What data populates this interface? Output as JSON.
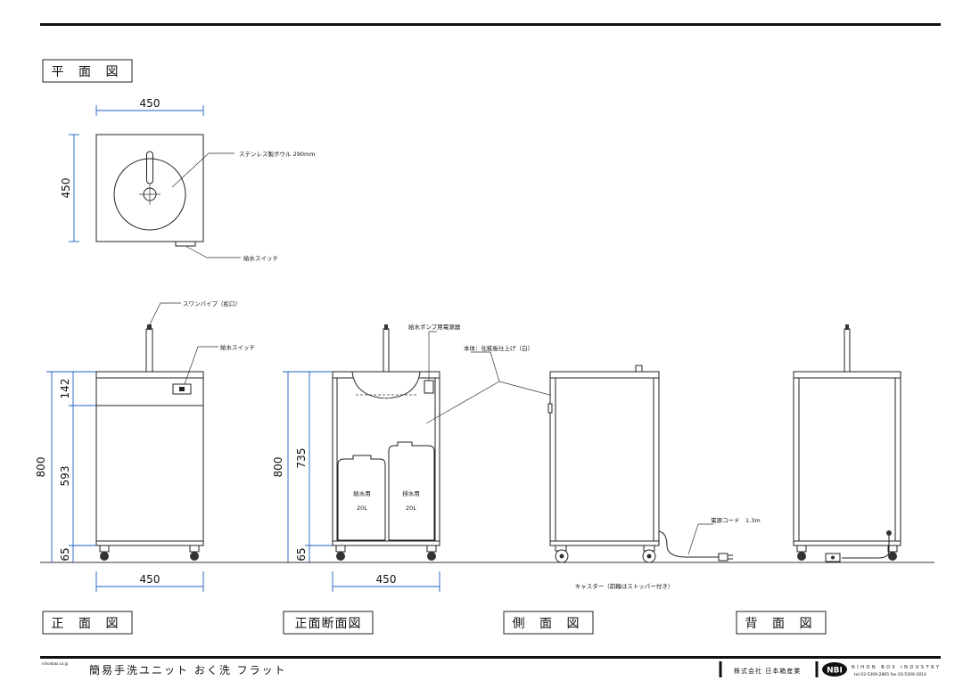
{
  "views": {
    "plan": "平 面 図",
    "front": "正 面 図",
    "front_section": "正面断面図",
    "side": "側 面 図",
    "back": "背 面 図"
  },
  "dimensions": {
    "plan_width": "450",
    "plan_depth": "450",
    "front_total": "800",
    "front_top": "142",
    "front_mid": "593",
    "front_bottom": "65",
    "front_width": "450",
    "section_total": "800",
    "section_inner": "735",
    "section_bottom": "65",
    "section_width": "450"
  },
  "notes": {
    "bowl": "ステンレス製ボウル 290mm",
    "switch_plan": "給水スイッチ",
    "swan_pipe": "スワンパイプ（蛇口）",
    "switch_front": "給水スイッチ",
    "pump": "給水ポンプ用電源器",
    "body_finish": "本体：化粧板仕上げ（白）",
    "tank_supply": "給水用",
    "tank_supply_vol": "20L",
    "tank_drain": "排水用",
    "tank_drain_vol": "20L",
    "cord": "電源コード　1.3m",
    "caster": "キャスター（前輪はストッパー付き）"
  },
  "footer": {
    "title": "簡易手洗ユニット おく洗 フラット",
    "company": "株式会社 日本箱産業",
    "logo_mark": "NBI",
    "company_en": "NIHON BOX INDUSTRY",
    "contact": "tel 03-5309-2865 fax 03-5309-2814",
    "small_print": "nihonbox.co.jp"
  }
}
